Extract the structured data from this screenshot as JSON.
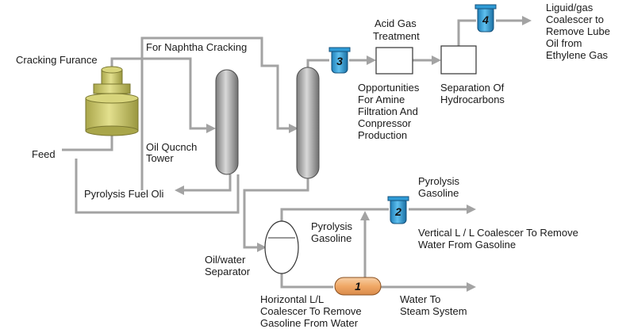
{
  "labels": {
    "acid_gas": [
      "Acid Gas",
      "Treatment"
    ],
    "liquid_gas": [
      "Liguid/gas",
      "Coalescer to",
      "Remove Lube",
      "Oil from",
      "Ethylene Gas"
    ],
    "cracking_furnace": "Cracking Furance",
    "naphtha": "For Naphtha Cracking",
    "opportunities": [
      "Opportunities",
      "For Amine",
      "Filtration And",
      "Conpressor",
      "Production"
    ],
    "separation": [
      "Separation Of",
      "Hydrocarbons"
    ],
    "feed": "Feed",
    "oil_quench": [
      "Oil Qucnch",
      "Tower"
    ],
    "pyrolysis_fuel": "Pyrolysis Fuel Oli",
    "pyrolysis_gasoline_top": [
      "Pyrolysis",
      "Gasoline"
    ],
    "pyrolysis_gasoline_mid": [
      "Pyrolysis",
      "Gasoline"
    ],
    "vertical_coalescer": [
      "Vertical L / L Coalescer To Remove",
      "Water From Gasoline"
    ],
    "oil_water": [
      "Oil/water",
      "Separator"
    ],
    "horizontal_coalescer": [
      "Horizontal L/L",
      "Coalescer To Remove",
      "Gasoline  From Water"
    ],
    "water_steam": [
      "Water To",
      "Steam System"
    ]
  },
  "coalescer_numbers": {
    "c1": "1",
    "c2": "2",
    "c3": "3",
    "c4": "4"
  },
  "colors": {
    "pipe": "#a3a3a3",
    "furnace": "#c8c56a",
    "tower": "#8f8f8f",
    "coalescer_blue": "#2f9bd6",
    "coalescer_orange": "#f0b27a"
  }
}
